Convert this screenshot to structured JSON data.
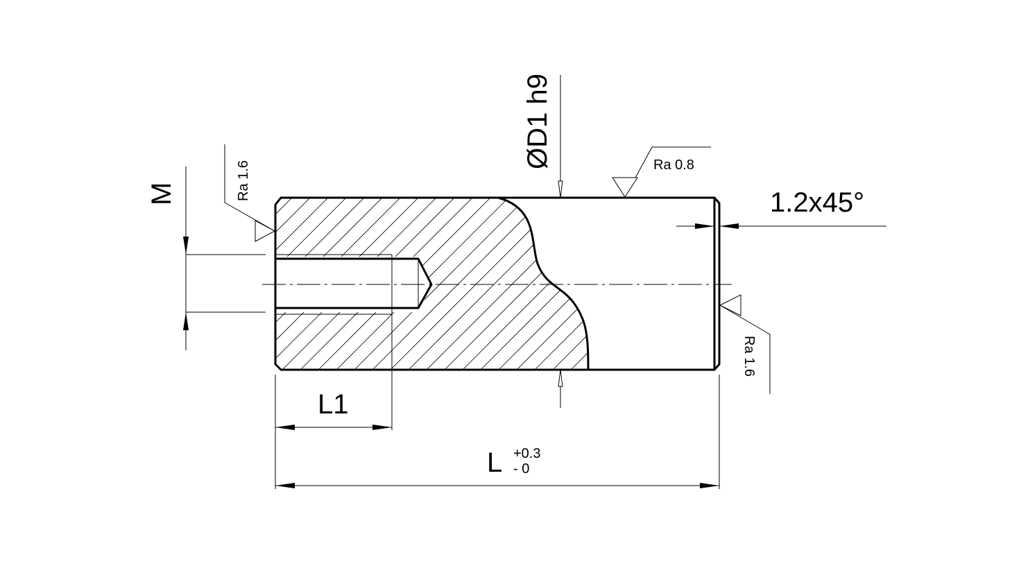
{
  "dimensions": {
    "length_symbol": "L",
    "length_tol_upper": "+0.3",
    "length_tol_lower": "- 0",
    "l1": "L1",
    "thread": "M",
    "diameter": "ØD1 h9",
    "chamfer": "1.2x45°"
  },
  "surface_finish": {
    "left_face": "Ra 1.6",
    "top_surface": "Ra 0.8",
    "right_face": "Ra 1.6"
  }
}
